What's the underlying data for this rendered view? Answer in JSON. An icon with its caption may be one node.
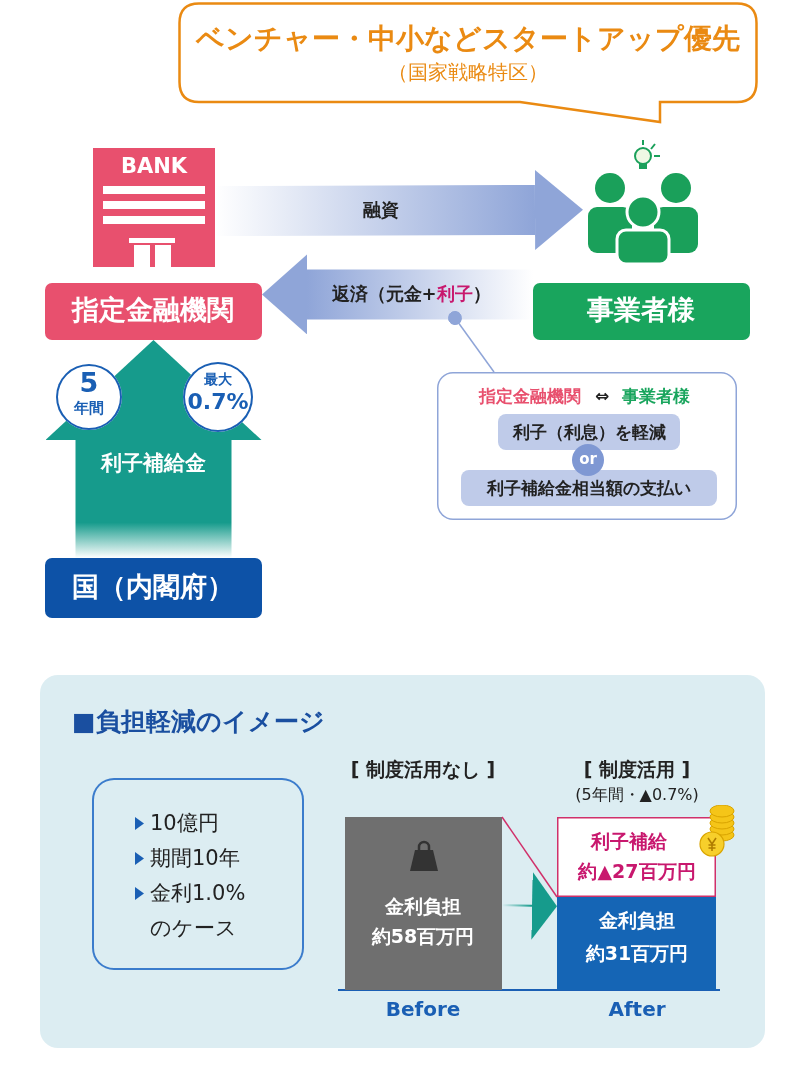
{
  "diagram": {
    "nodes": [
      {
        "text": [
          "ベンチャー・中小などスタートアップ優先",
          "（国家戦略特区）"
        ]
      },
      {
        "text": [
          "BANK"
        ]
      },
      {
        "text": [
          "指定金融機関"
        ]
      },
      {
        "text": [],
        "shape": "person"
      },
      {
        "text": [
          "事業者様"
        ]
      },
      {
        "text": [
          "5",
          "年間"
        ]
      },
      {
        "text": [
          "最大",
          "0.7%"
        ]
      },
      {
        "text": [
          "国（内閣府）"
        ]
      },
      {
        "text": [
          "指定金融機関",
          "⇔",
          "事業者様"
        ]
      },
      {
        "text": [
          "利子（利息）を軽減"
        ],
        "in": 8
      },
      {
        "text": [
          "or"
        ],
        "in": 8
      },
      {
        "text": [
          "利子補給金相当額の支払い"
        ],
        "in": 8
      },
      {
        "text": [
          "■負担軽減のイメージ"
        ]
      },
      {
        "text": [
          "10億円",
          "期間10年",
          "金利1.0%のケース"
        ],
        "in": 12
      },
      {
        "text": [
          "[ 制度活用なし ]",
          "金利負担",
          "約58百万円"
        ],
        "beside": [
          "Before"
        ],
        "in": 12
      },
      {
        "text": [
          "[ 制度活用 ]",
          "(5年間・▲0.7%)",
          "利子補給",
          "約▲27百万円"
        ],
        "in": 12
      },
      {
        "text": [
          "金利負担",
          "約31百万円"
        ],
        "beside": [
          "After"
        ],
        "in": 12
      }
    ],
    "edges": [
      {
        "from": 1,
        "to": 3,
        "arrow": "to",
        "label": "融資",
        "style": "thick"
      },
      {
        "from": 4,
        "to": 2,
        "arrow": "to",
        "label": "返済（元金+**利子**）",
        "style": "thick"
      },
      {
        "from": 7,
        "to": 2,
        "arrow": "to",
        "label": "利子補給金",
        "style": "thick",
        "color": "#169b8c"
      },
      {
        "from": 8,
        "to": null,
        "arrow": "other"
      },
      {
        "from": 14,
        "to": 16,
        "arrow": "to",
        "style": "thick",
        "color": "#169b8c"
      },
      {
        "from": 14,
        "to": 15,
        "arrow": "none",
        "color": "#d0306a"
      }
    ]
  }
}
